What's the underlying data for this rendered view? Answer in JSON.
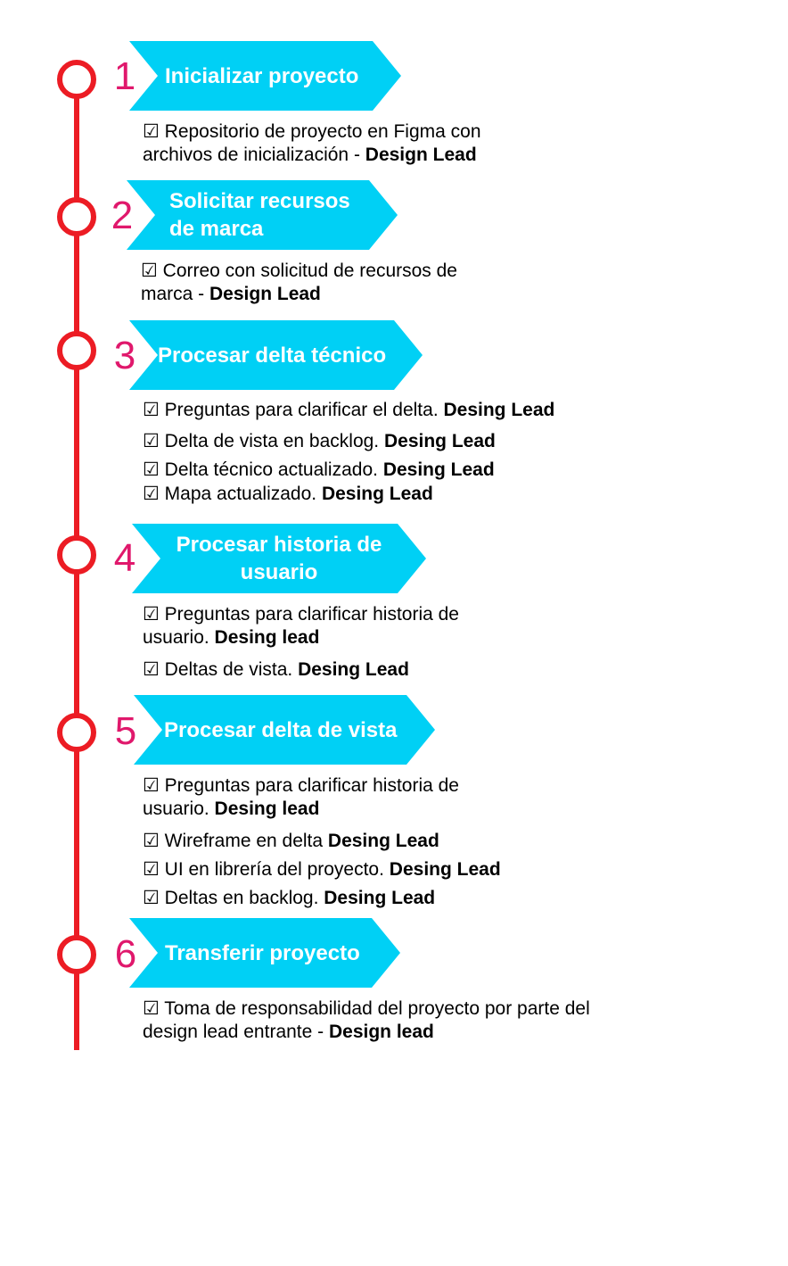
{
  "colors": {
    "line": "#ec1c24",
    "number": "#e0186c",
    "banner": "#00d0f5",
    "banner_text": "#ffffff"
  },
  "check_icon": "ballot-box-with-check-icon",
  "steps": [
    {
      "number": "1",
      "title": "Inicializar proyecto",
      "items": [
        {
          "text": "☑ Repositorio de proyecto en Figma con archivos de inicialización - ",
          "owner": "Design Lead"
        }
      ]
    },
    {
      "number": "2",
      "title": "Solicitar recursos de marca",
      "items": [
        {
          "text": "☑ Correo con solicitud de recursos de marca - ",
          "owner": "Design Lead"
        }
      ]
    },
    {
      "number": "3",
      "title": "Procesar delta técnico",
      "items": [
        {
          "text": "☑ Preguntas para clarificar el delta. ",
          "owner": "Desing Lead"
        },
        {
          "text": "☑ Delta de vista en backlog. ",
          "owner": "Desing Lead"
        },
        {
          "text": "☑ Delta técnico actualizado. ",
          "owner": "Desing Lead"
        },
        {
          "text": "☑ Mapa actualizado. ",
          "owner": "Desing Lead"
        }
      ]
    },
    {
      "number": "4",
      "title": "Procesar historia de usuario",
      "items": [
        {
          "text": "☑ Preguntas para clarificar historia de usuario. ",
          "owner": "Desing lead"
        },
        {
          "text": "☑ Deltas de vista. ",
          "owner": "Desing Lead"
        }
      ]
    },
    {
      "number": "5",
      "title": "Procesar delta de vista",
      "items": [
        {
          "text": "☑ Preguntas para clarificar historia de usuario. ",
          "owner": "Desing lead"
        },
        {
          "text": "☑ Wireframe en delta ",
          "owner": "Desing Lead"
        },
        {
          "text": "☑ UI en librería del proyecto. ",
          "owner": "Desing Lead"
        },
        {
          "text": "☑ Deltas en backlog. ",
          "owner": "Desing Lead"
        }
      ]
    },
    {
      "number": "6",
      "title": "Transferir proyecto",
      "items": [
        {
          "text": "☑ Toma de responsabilidad del proyecto por parte del design lead entrante - ",
          "owner": "Design lead"
        }
      ]
    }
  ]
}
